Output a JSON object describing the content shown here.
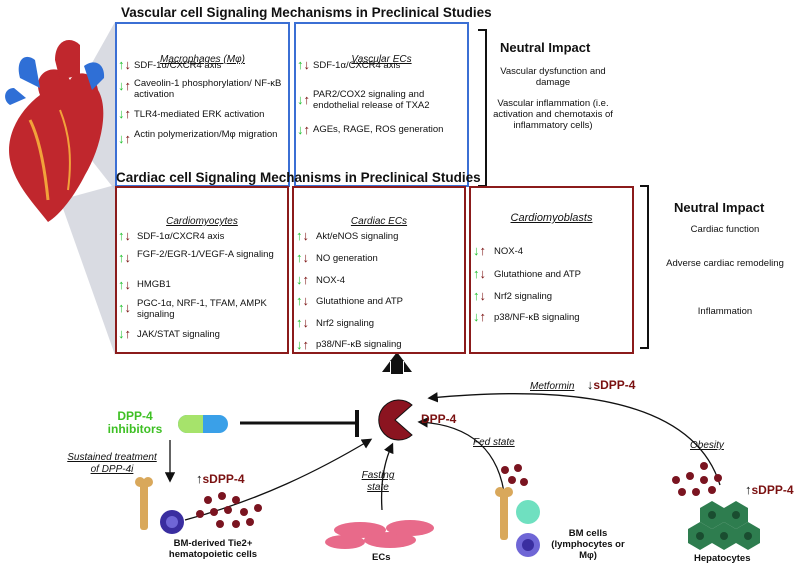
{
  "colors": {
    "blue_border": "#3b6fd4",
    "red_border": "#8b1b1b",
    "up_green": "#1fbf2e",
    "down_red": "#7a1010",
    "dpp4_red": "#8b1420"
  },
  "vascular": {
    "title": "Vascular cell Signaling  Mechanisms in Preclinical Studies",
    "macrophages": {
      "title": "Macrophages (Mφ)",
      "items": [
        "SDF-1α/CXCR4 axis",
        "Caveolin-1 phosphorylation/ NF-κB activation",
        "TLR4-mediated ERK activation",
        "Actin polymerization/Mφ migration"
      ]
    },
    "ecs": {
      "title": "Vascular ECs",
      "items": [
        "SDF-1α/CXCR4 axis",
        "PAR2/COX2 signaling and endothelial release of TXA2",
        "AGEs, RAGE, ROS generation"
      ]
    },
    "neutral_title": "Neutral Impact",
    "neutral_items": [
      "Vascular dysfunction and damage",
      "Vascular inflammation (i.e. activation and chemotaxis of inflammatory cells)"
    ]
  },
  "cardiac": {
    "title": "Cardiac cell Signaling Mechanisms in Preclinical Studies",
    "cardiomyocytes": {
      "title": "Cardiomyocytes",
      "items": [
        "SDF-1α/CXCR4 axis",
        "FGF-2/EGR-1/VEGF-A signaling",
        "HMGB1",
        "PGC-1α, NRF-1, TFAM, AMPK signaling",
        "JAK/STAT signaling"
      ]
    },
    "ecs": {
      "title": "Cardiac ECs",
      "items": [
        "Akt/eNOS signaling",
        "NO generation",
        "NOX-4",
        "Glutathione and ATP",
        "Nrf2 signaling",
        "p38/NF-κB signaling"
      ]
    },
    "cardiomyoblasts": {
      "title": "Cardiomyoblasts",
      "items": [
        "NOX-4",
        "Glutathione and ATP",
        "Nrf2 signaling",
        "p38/NF-κB signaling"
      ]
    },
    "neutral_title": "Neutral Impact",
    "neutral_items": [
      "Cardiac function",
      "Adverse cardiac remodeling",
      "Inflammation"
    ]
  },
  "bottom": {
    "dpp4": "DPP-4",
    "inhibitors": "DPP-4 inhibitors",
    "metformin": "Metformin",
    "sdpp4": "sDPP-4",
    "sustained": "Sustained treatment of DPP-4i",
    "fasting": "Fasting state",
    "fed": "Fed state",
    "obesity": "Obesity",
    "bm_derived": "BM-derived Tie2+ hematopoietic cells",
    "ecs": "ECs",
    "bm_cells": "BM cells (lymphocytes or Mφ)",
    "hepatocytes": "Hepatocytes"
  }
}
